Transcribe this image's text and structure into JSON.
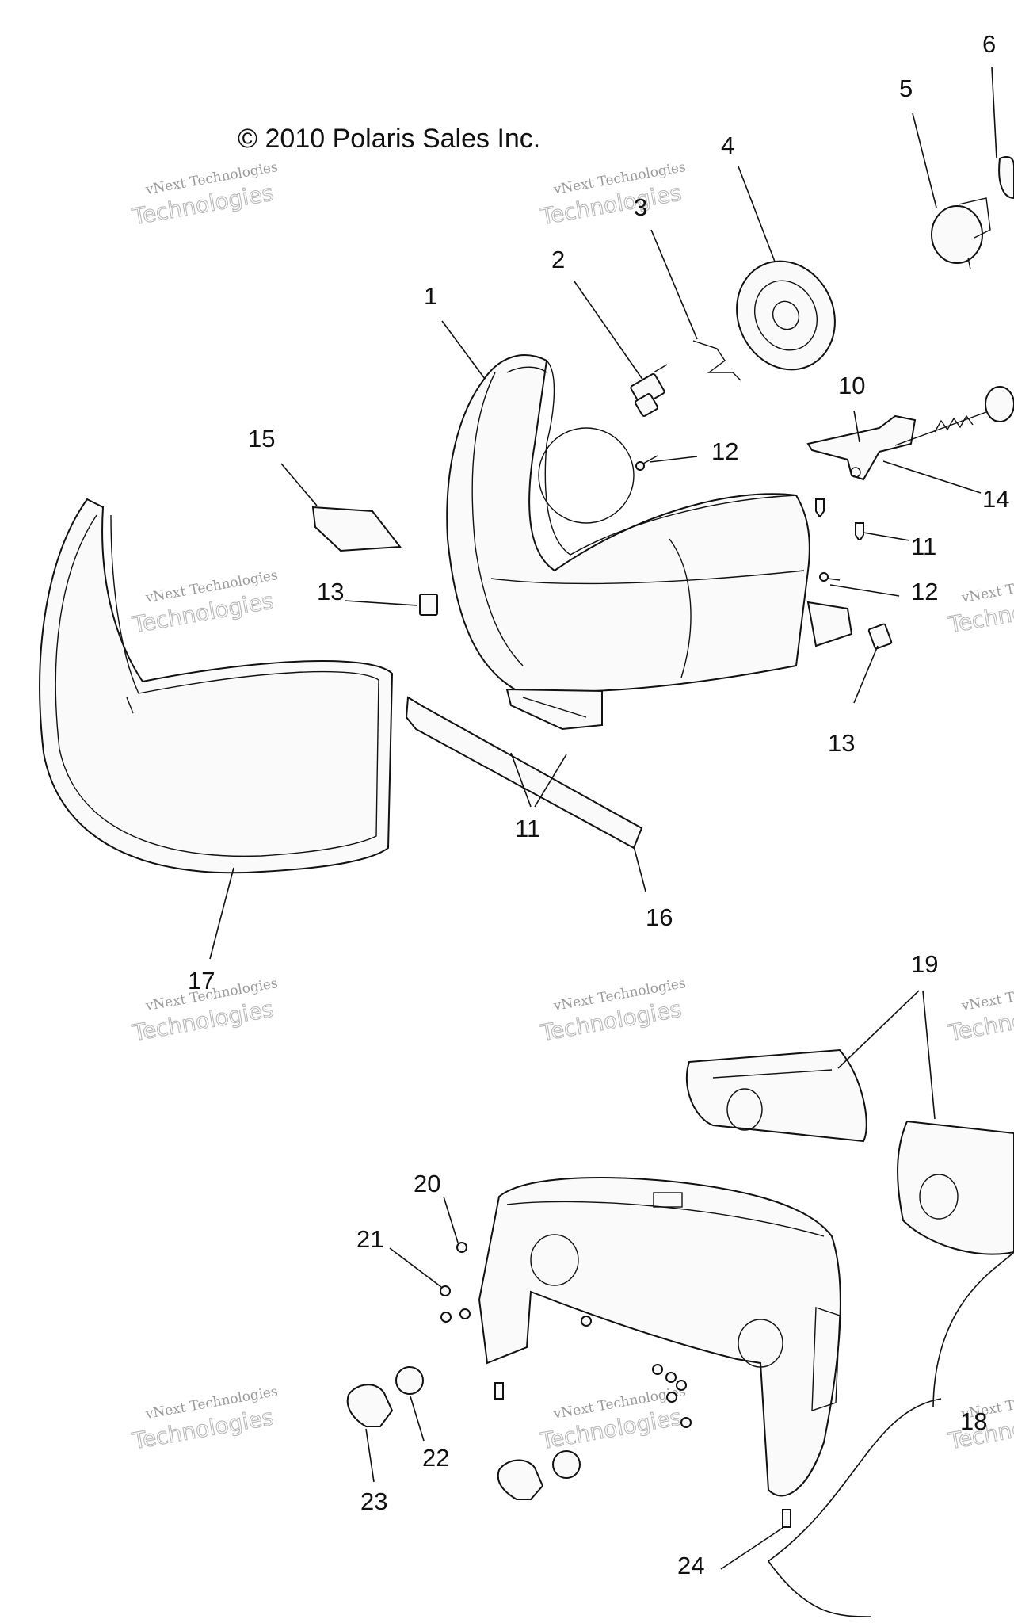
{
  "copyright": "© 2010 Polaris Sales Inc.",
  "watermark": {
    "line1": "vNext Technologies",
    "line2": "Technologies"
  },
  "callouts": {
    "c1": "1",
    "c2": "2",
    "c3": "3",
    "c4": "4",
    "c5": "5",
    "c6": "6",
    "c10": "10",
    "c11a": "11",
    "c11b": "11",
    "c12a": "12",
    "c12b": "12",
    "c13a": "13",
    "c13b": "13",
    "c14": "14",
    "c15": "15",
    "c16": "16",
    "c17": "17",
    "c18": "18",
    "c19": "19",
    "c20": "20",
    "c21": "21",
    "c22": "22",
    "c23": "23",
    "c24": "24"
  }
}
